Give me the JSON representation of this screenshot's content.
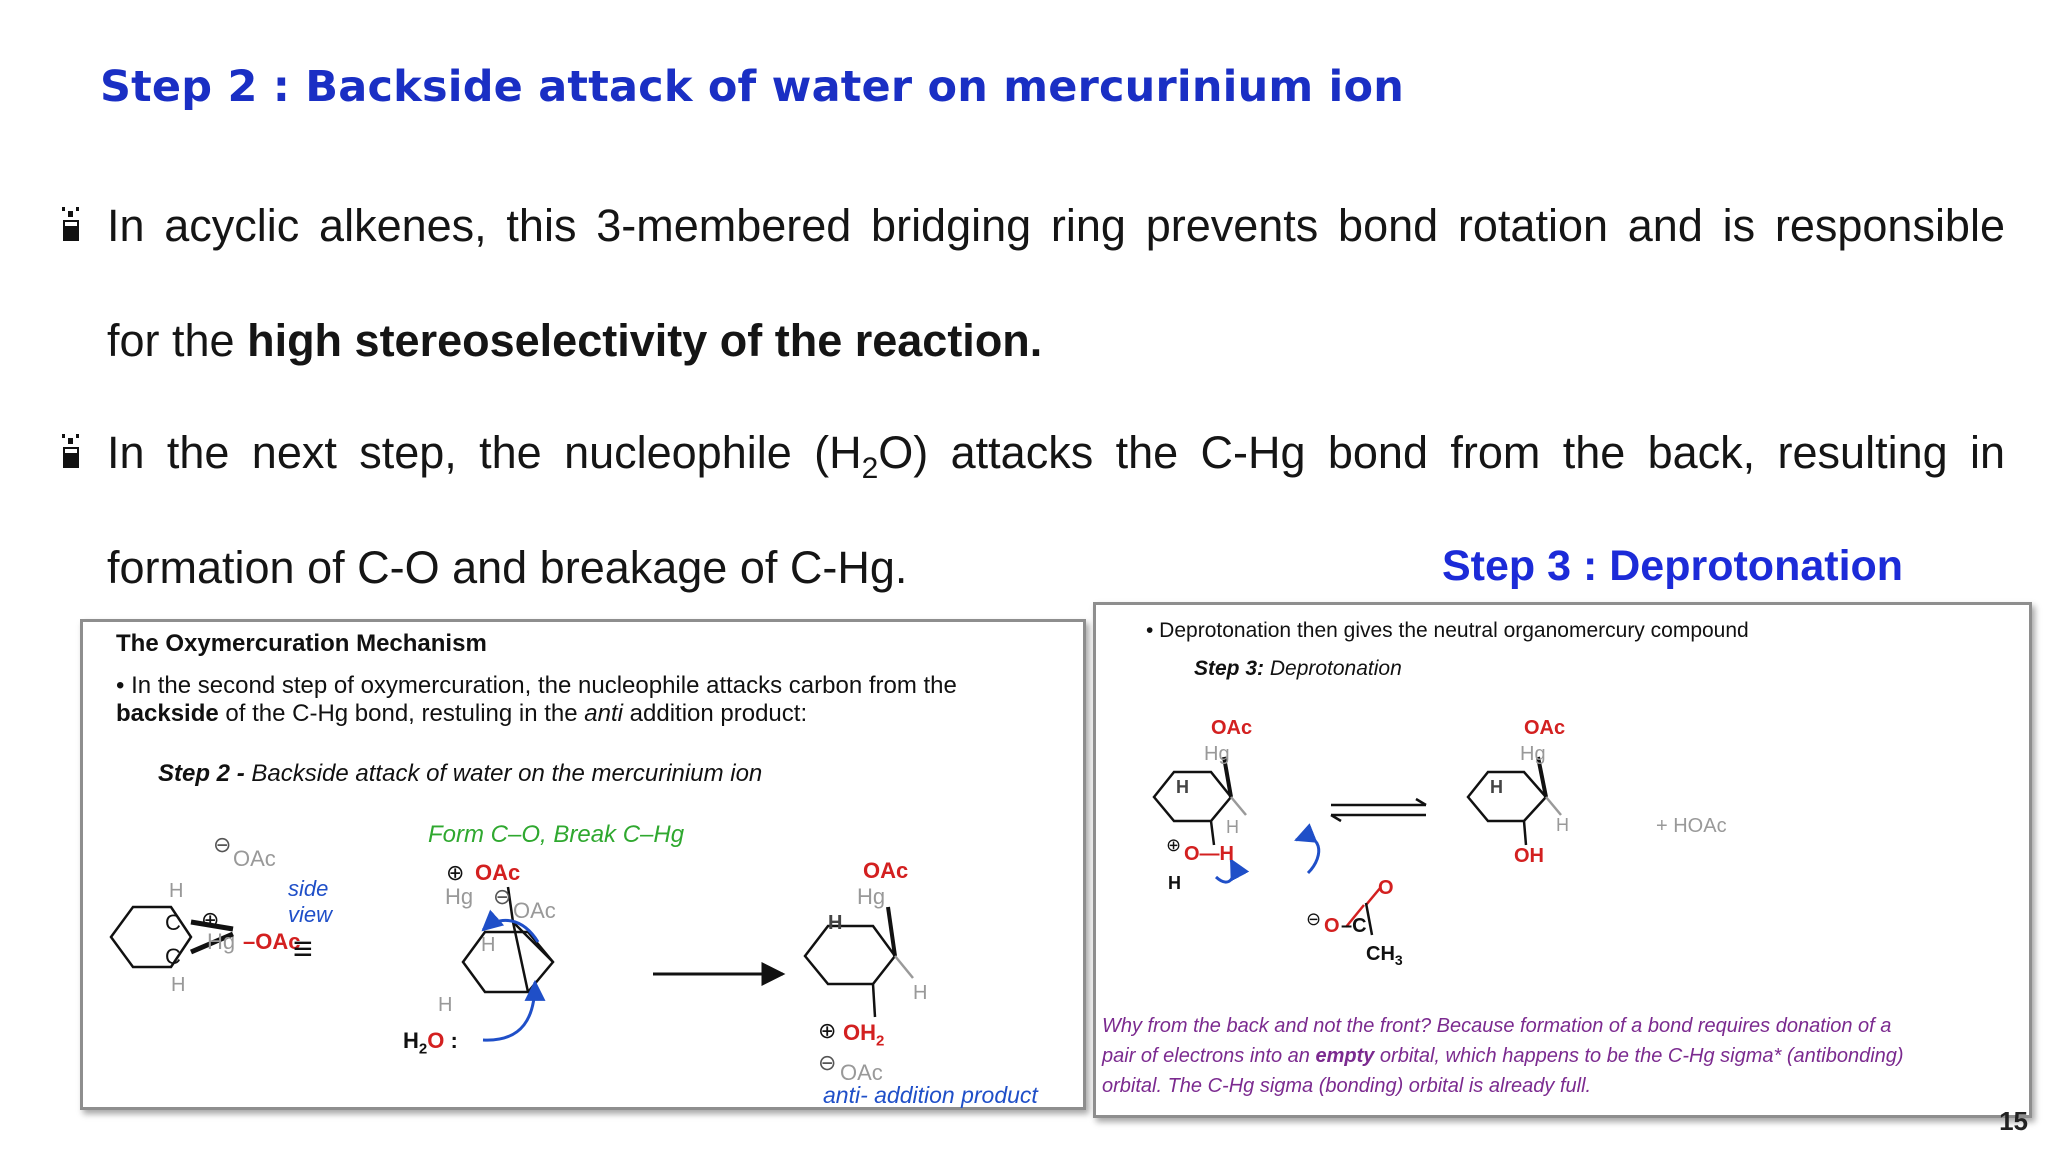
{
  "slide": {
    "heading": "Step 2  : Backside attack of water on mercurinium ion",
    "bullet1_line1": "In acyclic alkenes, this 3-membered bridging ring prevents bond rotation and is responsible",
    "bullet1_line2_prefix": "for the ",
    "bullet1_line2_bold": "high stereoselectivity of the reaction.",
    "bullet2_line1_a": "In the next step, the nucleophile (H",
    "bullet2_line1_sub": "2",
    "bullet2_line1_b": "O) attacks the C-Hg bond from the back, resulting in",
    "bullet2_line2": "formation of C-O and breakage of C-Hg.",
    "step3_heading": "Step 3 : Deprotonation",
    "page_number": "15"
  },
  "left_panel": {
    "title": "The Oxymercuration Mechanism",
    "text_bullet": "•",
    "text_a": " In the second step of oxymercuration, the nucleophile attacks carbon from the",
    "text_b_bold": "backside",
    "text_b_rest1": " of the C-Hg bond, restuling in the ",
    "text_b_italic": "anti",
    "text_b_rest2": " addition product:",
    "step_bold": "Step 2 -",
    "step_rest": " Backside attack of water on the mercurinium ion",
    "form_label": "Form C–O, Break C–Hg",
    "side_view_1": "side",
    "side_view_2": "view",
    "product_label": "anti- addition product",
    "labels": {
      "oac": "OAc",
      "hg": "Hg",
      "h": "H",
      "c": "C",
      "oh2": "OH",
      "two": "2",
      "h2o_a": "H",
      "h2o_sub": "2",
      "h2o_o": "O",
      "colon": ":",
      "dots": "··",
      "plus": "⊕",
      "minus": "⊖",
      "equiv": "≡",
      "hg_oac": "Hg–OAc",
      "oac_red": "OAc"
    }
  },
  "right_panel": {
    "bullet": "• Deprotonation then gives the neutral organomercury compound",
    "step_bold": "Step 3:",
    "step_italic": " Deprotonation",
    "byproduct": "+ HOAc",
    "footer_1a": "Why from the back and not the front? Because formation of a bond requires donation of a",
    "footer_2a": "pair of electrons into an ",
    "footer_2b": "empty",
    "footer_2c": " orbital, which happens to be the C-Hg sigma* (antibonding)",
    "footer_3": "orbital. The C-Hg sigma (bonding) orbital is already full.",
    "labels": {
      "oac": "OAc",
      "hg": "Hg",
      "h": "H",
      "oh": "OH",
      "o": "O",
      "c": "C",
      "ch3_a": "CH",
      "ch3_sub": "3",
      "o_h": "O—H",
      "plus": "⊕",
      "minus": "⊖",
      "dash": "—"
    }
  },
  "colors": {
    "heading_blue": "#1a2fc4",
    "chem_red": "#d32020",
    "chem_green": "#2fa82f",
    "arrow_blue": "#1f4fc8",
    "purple": "#7b2a8f",
    "grey": "#9a9a9a"
  }
}
